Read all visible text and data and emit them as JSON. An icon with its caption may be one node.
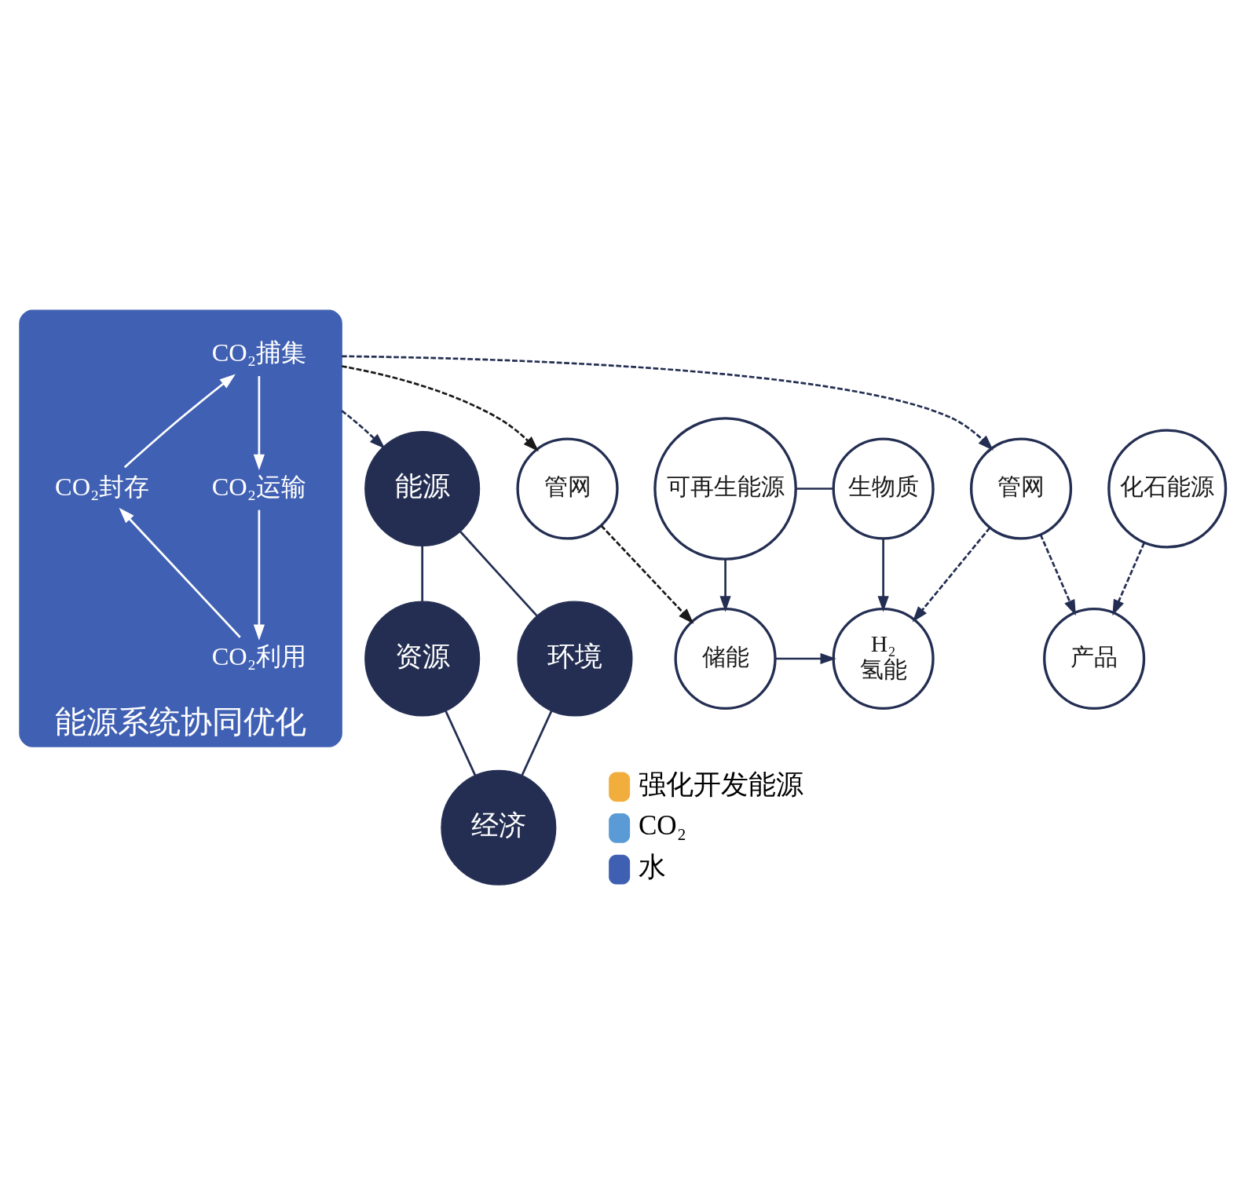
{
  "diagram": {
    "nodes": [
      {
        "text": [
          "能源"
        ]
      },
      {
        "text": [
          "可再生能源"
        ]
      },
      {
        "text": [
          "生物质"
        ]
      },
      {
        "text": [
          "管网"
        ]
      },
      {
        "text": [
          "能源系统协同优化"
        ]
      },
      {
        "text": [
          "CO₂捕集"
        ],
        "in": 4
      },
      {
        "text": [
          "CO₂运输"
        ],
        "in": 4
      },
      {
        "text": [
          "CO₂封存"
        ],
        "in": 4
      },
      {
        "text": [
          "CO₂利用"
        ],
        "in": 4
      },
      {
        "text": [
          "管网"
        ]
      },
      {
        "text": [
          "资源"
        ]
      },
      {
        "text": [
          "环境"
        ]
      },
      {
        "text": [
          "H₂",
          "氢能"
        ]
      },
      {
        "text": [
          "储能"
        ]
      },
      {
        "text": [
          "化石能源"
        ]
      },
      {
        "text": [
          "产品"
        ]
      },
      {
        "text": [
          "经济"
        ]
      }
    ],
    "edges": [
      {
        "from": 4,
        "to": 0,
        "arrow": "to",
        "style": "dashed"
      },
      {
        "from": 4,
        "to": 3,
        "arrow": "to",
        "style": "dashed",
        "color": "#1a1a1a"
      },
      {
        "from": 4,
        "to": 9,
        "arrow": "to",
        "style": "dashed"
      },
      {
        "from": 3,
        "to": 13,
        "arrow": "to",
        "style": "dashed",
        "color": "#1a1a1a"
      },
      {
        "from": 9,
        "to": 12,
        "arrow": "to",
        "style": "dashed"
      },
      {
        "from": 9,
        "to": 15,
        "arrow": "to",
        "style": "dashed"
      },
      {
        "from": 14,
        "to": 15,
        "arrow": "to",
        "style": "dashed"
      },
      {
        "from": 1,
        "to": 2,
        "arrow": "none"
      },
      {
        "from": 1,
        "to": 13,
        "arrow": "to"
      },
      {
        "from": 2,
        "to": 12,
        "arrow": "to"
      },
      {
        "from": 13,
        "to": 12,
        "arrow": "to"
      },
      {
        "from": 0,
        "to": 10,
        "arrow": "none"
      },
      {
        "from": 0,
        "to": 11,
        "arrow": "none"
      },
      {
        "from": 10,
        "to": 16,
        "arrow": "none"
      },
      {
        "from": 11,
        "to": 16,
        "arrow": "none"
      },
      {
        "from": 5,
        "to": 6,
        "arrow": "to",
        "color": "#ffffff"
      },
      {
        "from": 6,
        "to": 8,
        "arrow": "to",
        "color": "#ffffff"
      },
      {
        "from": 8,
        "to": 7,
        "arrow": "to",
        "color": "#ffffff"
      },
      {
        "from": 7,
        "to": 5,
        "arrow": "to",
        "color": "#ffffff"
      }
    ],
    "legend": [
      {
        "text": "强化开发能源",
        "color": "#f2ae3d"
      },
      {
        "text": "CO₂",
        "color": "#5b9bd5"
      },
      {
        "text": "水",
        "color": "#3f5fb3"
      }
    ]
  }
}
